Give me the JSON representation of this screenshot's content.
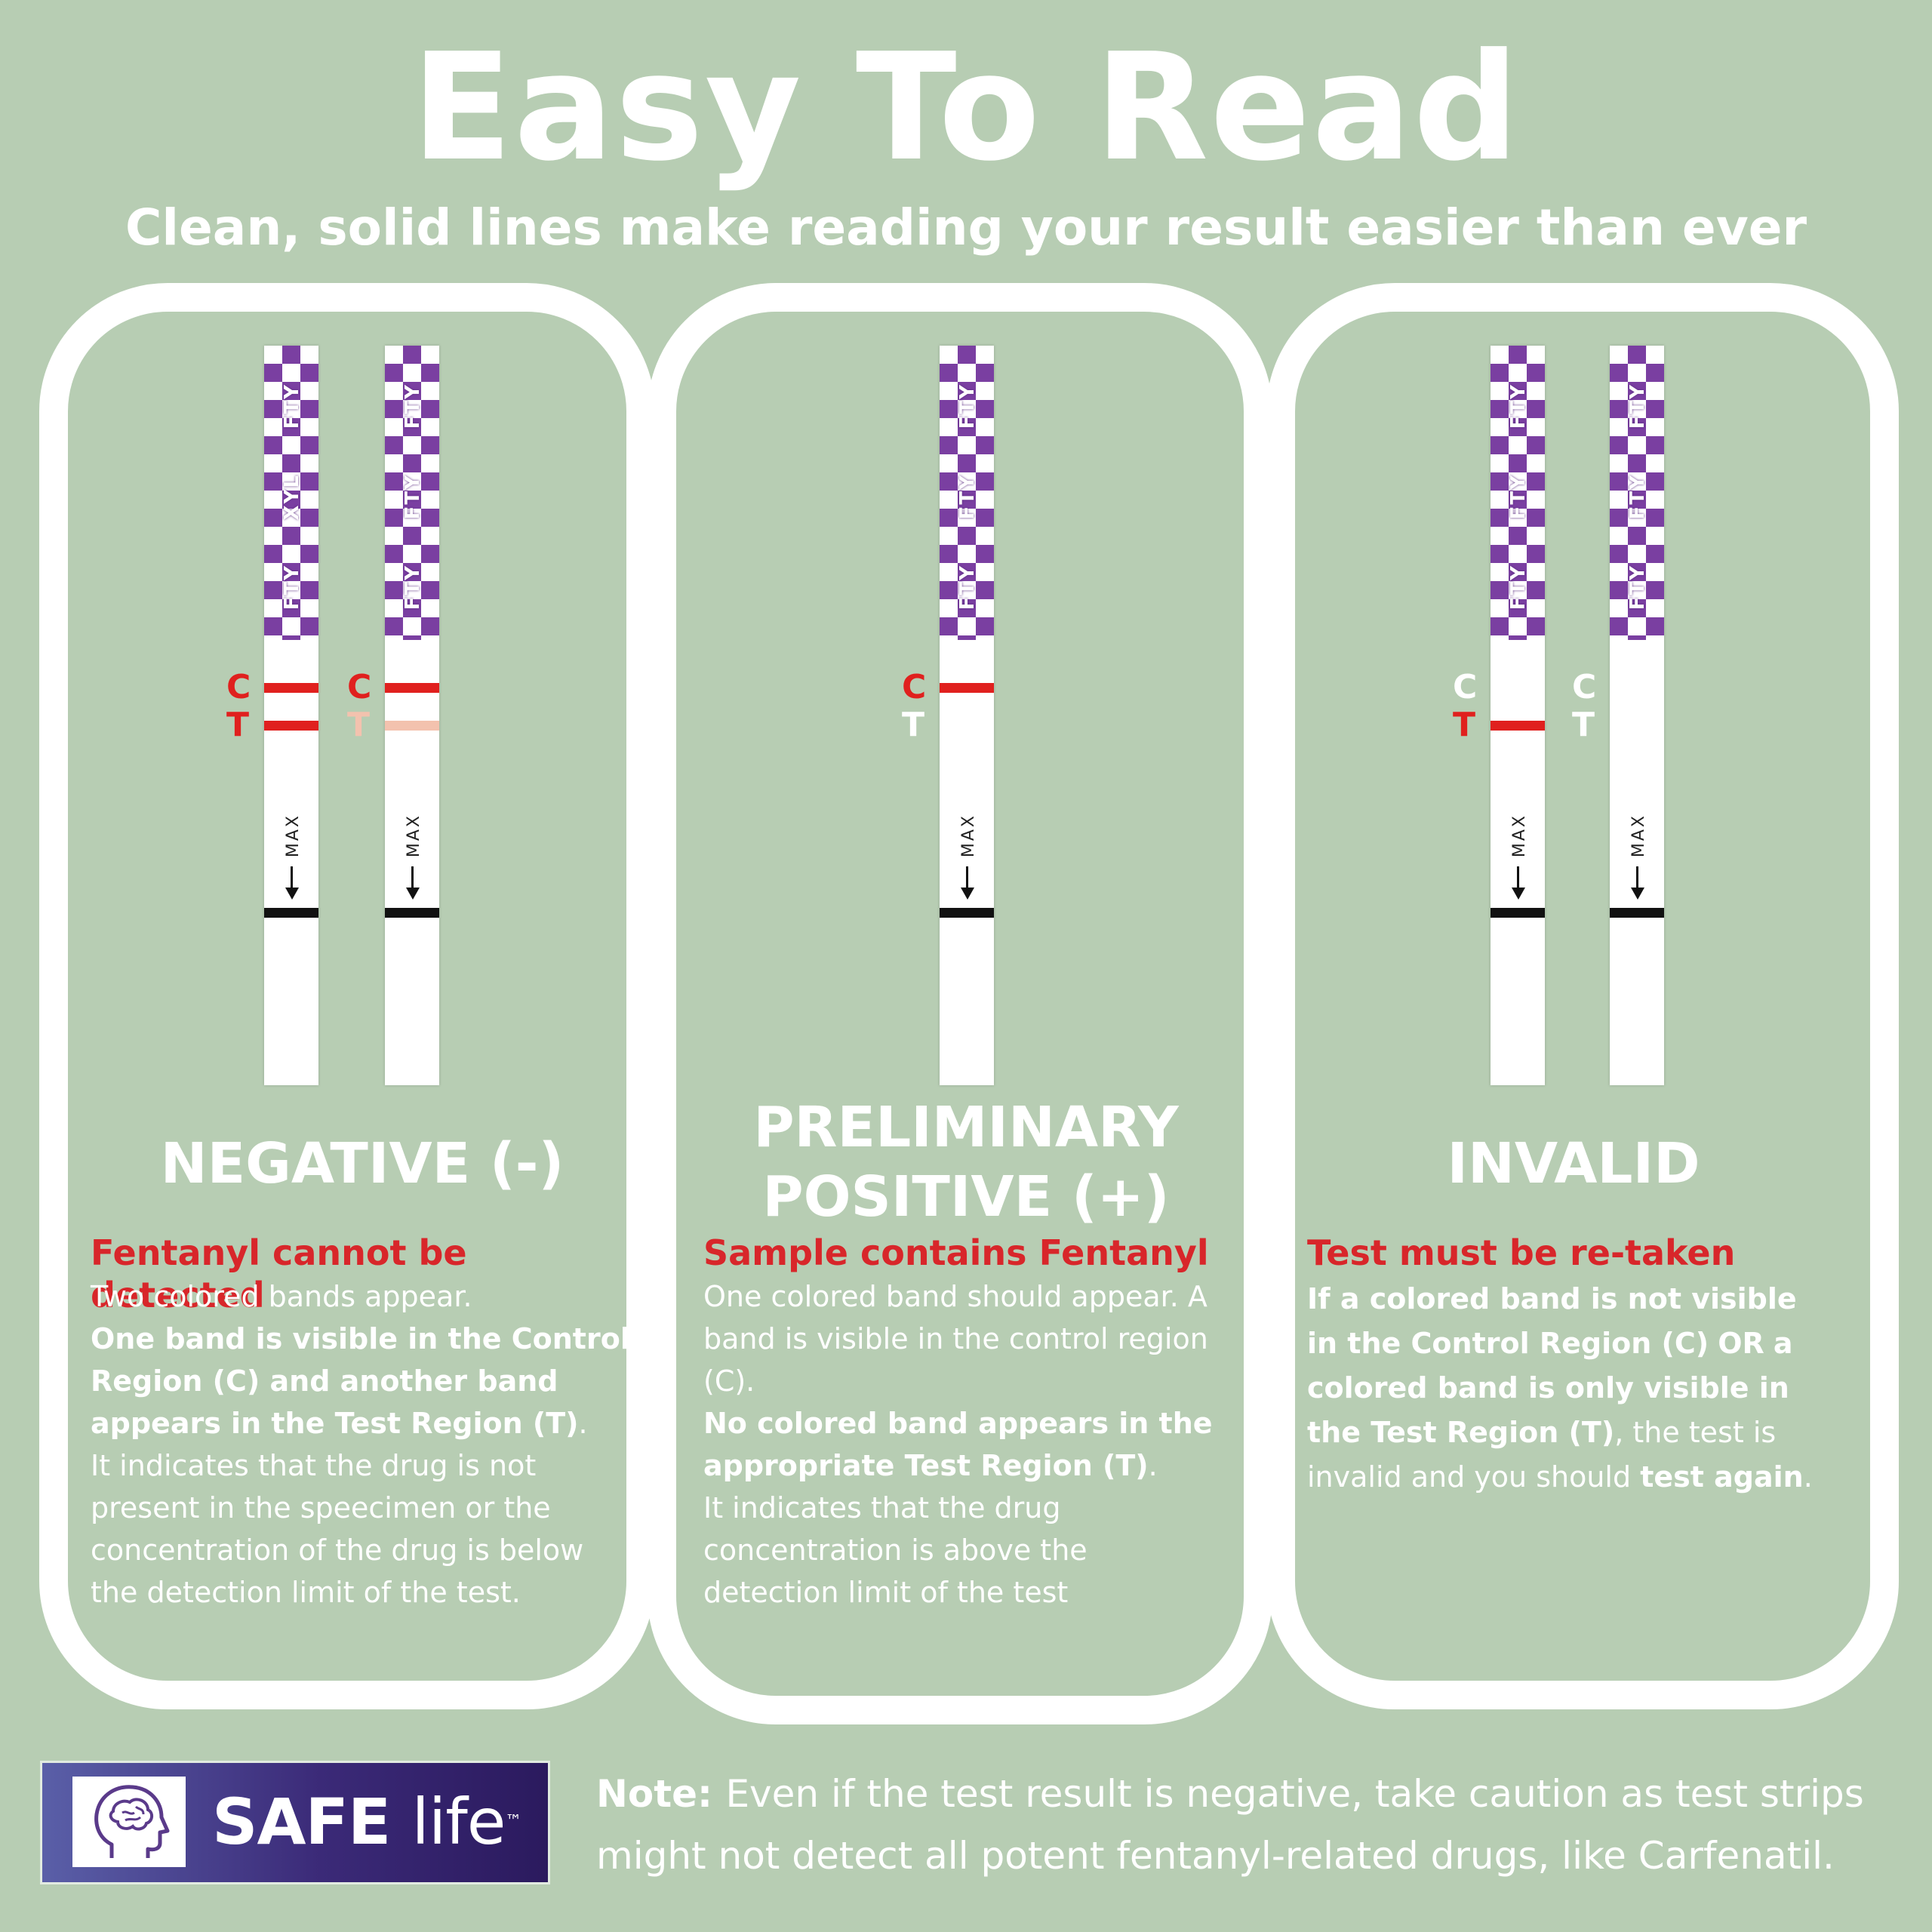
{
  "header": {
    "title": "Easy To Read",
    "subtitle": "Clean, solid lines make reading your result easier than ever"
  },
  "strip": {
    "codes": [
      "FTY",
      "FTY",
      "FTY",
      "XYL",
      "FTY",
      "FTY"
    ],
    "max_label": "MAX",
    "c_label": "C",
    "t_label": "T"
  },
  "colors": {
    "background": "#b7cdb3",
    "checker": "#7a3fa1",
    "band_red": "#e0201e",
    "band_faint": "#f3c2ae",
    "subheading_red": "#d8262a"
  },
  "negative": {
    "title": "NEGATIVE (-)",
    "subtitle": "Fentanyl cannot be detected",
    "p1": "Two colored bands appear.",
    "p2_bold": "One band is visible in the Control Region (C) and another band appears in the Test Region (T)",
    "p2_end": ".",
    "p3": "It indicates that the drug is not present in the speecimen or the concentration of the drug is below the detection limit of the test."
  },
  "positive": {
    "title_line1": "PRELIMINARY",
    "title_line2": "POSITIVE (+)",
    "subtitle": "Sample contains Fentanyl",
    "p1": "One colored band should appear. A band is visible in the control region (C).",
    "p2_bold": "No colored band appears in the appropriate Test Region (T)",
    "p2_end": ".",
    "p3": "It indicates that the drug concentration is above the detection limit of the test"
  },
  "invalid": {
    "title": "INVALID",
    "subtitle": "Test must be re-taken",
    "b1": "If a colored band is not visible in the Control Region (C)",
    "or": "OR",
    "b2": "a colored band is only visible in the Test Region (T)",
    "mid": ", the test is invalid and you should",
    "b3": "test again",
    "end": "."
  },
  "logo": {
    "safe": "SAFE",
    "life": "life",
    "tm": "™"
  },
  "note": {
    "label": "Note:",
    "text": "Even if the test result is negative, take caution as test strips might not detect all potent fentanyl-related drugs, like Carfenatil."
  }
}
